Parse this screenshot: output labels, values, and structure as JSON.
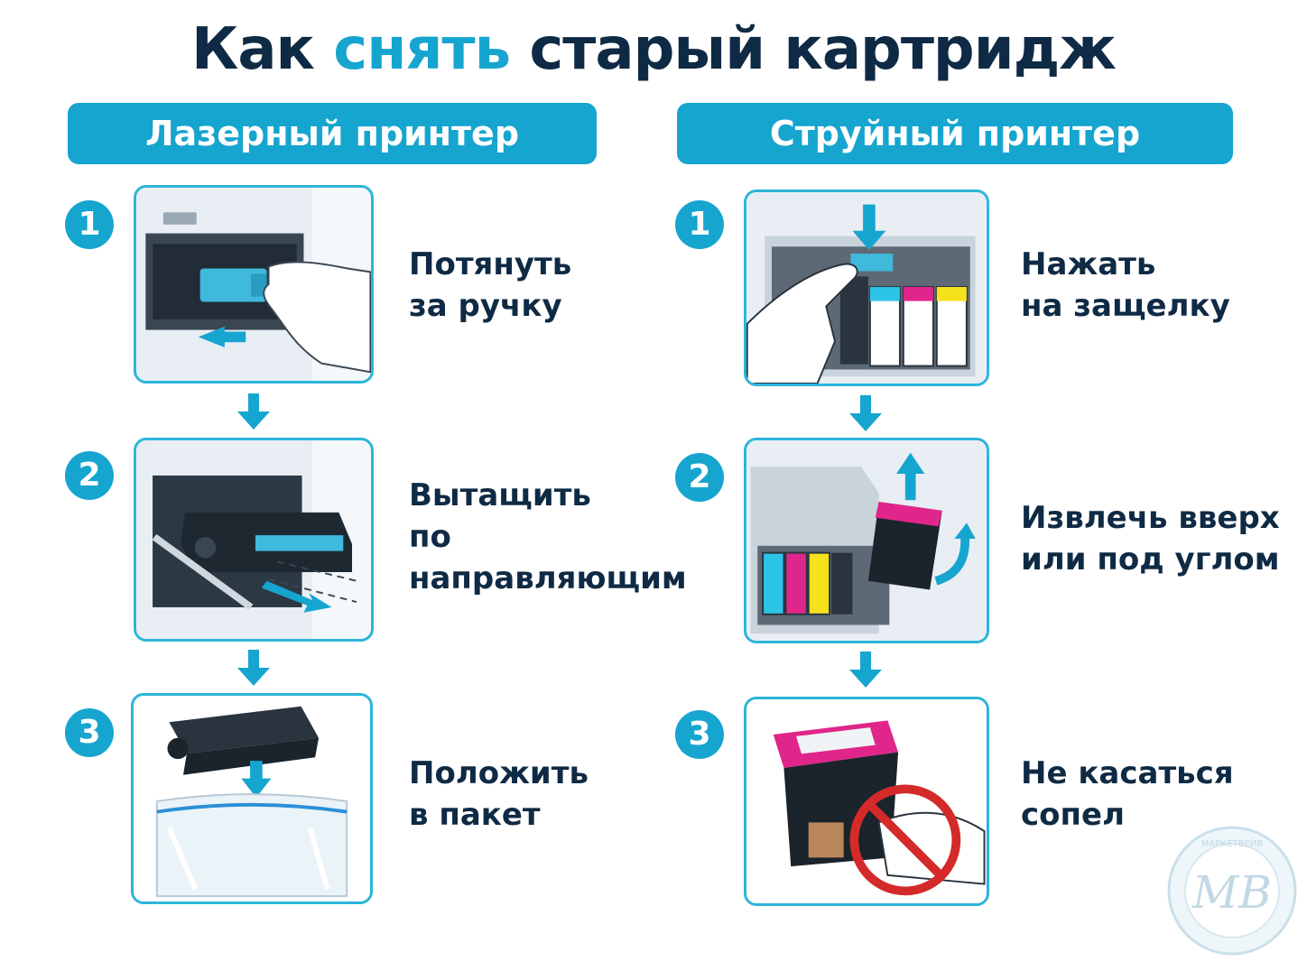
{
  "title": {
    "part1": "Как",
    "accent": "снять",
    "part2": "старый картридж"
  },
  "columns": [
    {
      "header": "Лазерный принтер",
      "steps": [
        {
          "number": "1",
          "caption": "Потянуть\nза ручку"
        },
        {
          "number": "2",
          "caption": "Вытащить\nпо\nнаправляющим"
        },
        {
          "number": "3",
          "caption": "Положить\nв пакет"
        }
      ]
    },
    {
      "header": "Струйный принтер",
      "steps": [
        {
          "number": "1",
          "caption": "Нажать\nна защелку"
        },
        {
          "number": "2",
          "caption": "Извлечь вверх\nили под углом"
        },
        {
          "number": "3",
          "caption": "Не касаться\nсопел"
        }
      ]
    }
  ],
  "watermark": {
    "text": "MB",
    "ring_text": "МАРКЕТВЕЙВ"
  },
  "colors": {
    "accent": "#16a5cf",
    "text": "#0f2a44",
    "cyan": "#2bc4e6",
    "magenta": "#e0268a",
    "yellow": "#f6e21c",
    "no_sign": "#d42a2a"
  }
}
